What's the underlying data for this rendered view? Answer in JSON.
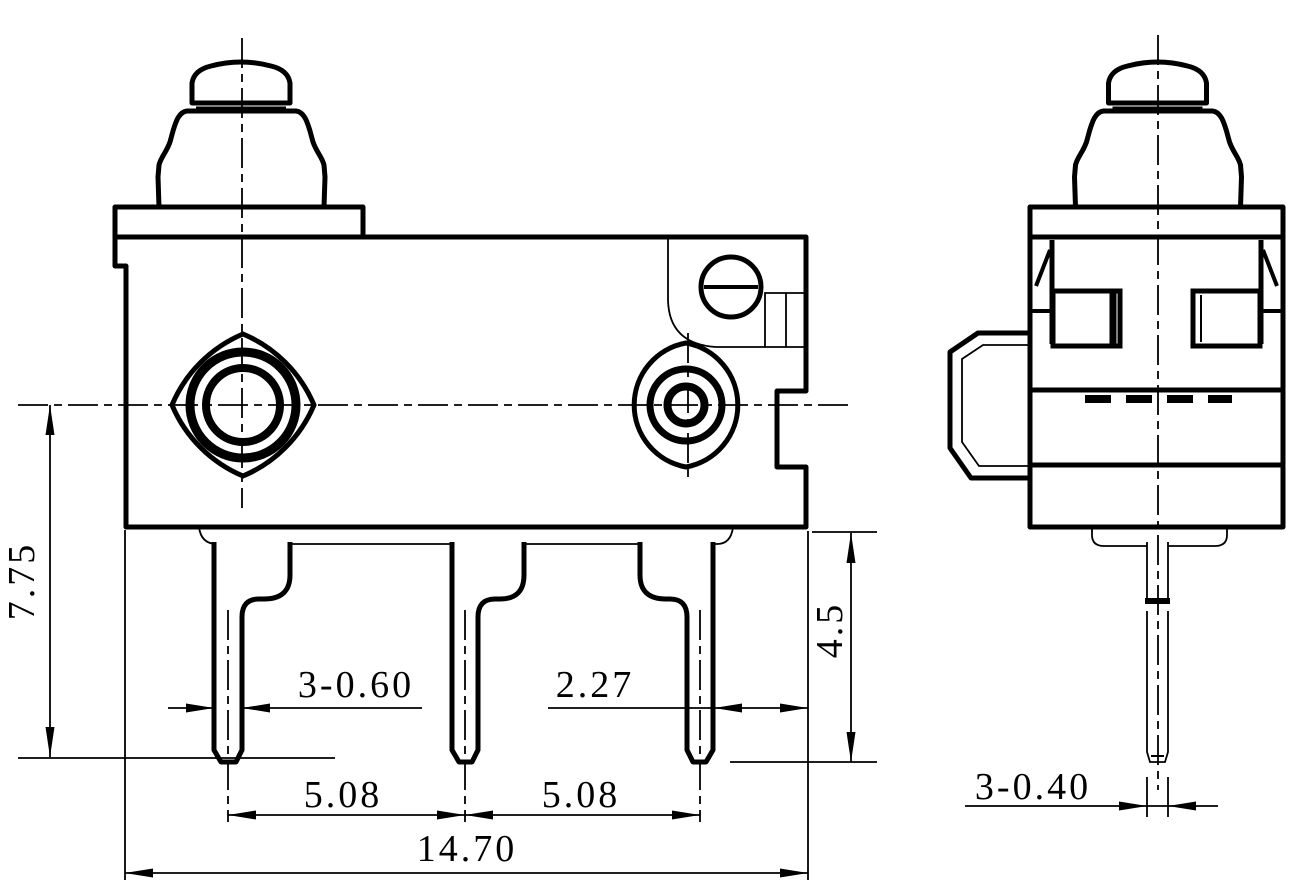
{
  "colors": {
    "line": "#000000",
    "background": "#ffffff"
  },
  "dimensions": {
    "front": {
      "center_to_pin_tip": "7.75",
      "pin_width": "3-0.60",
      "pin_to_body_edge": "2.27",
      "pin_exposed_length": "4.5",
      "pin_pitch_left": "5.08",
      "pin_pitch_right": "5.08",
      "body_width": "14.70"
    },
    "side": {
      "pin_width": "3-0.40"
    }
  }
}
